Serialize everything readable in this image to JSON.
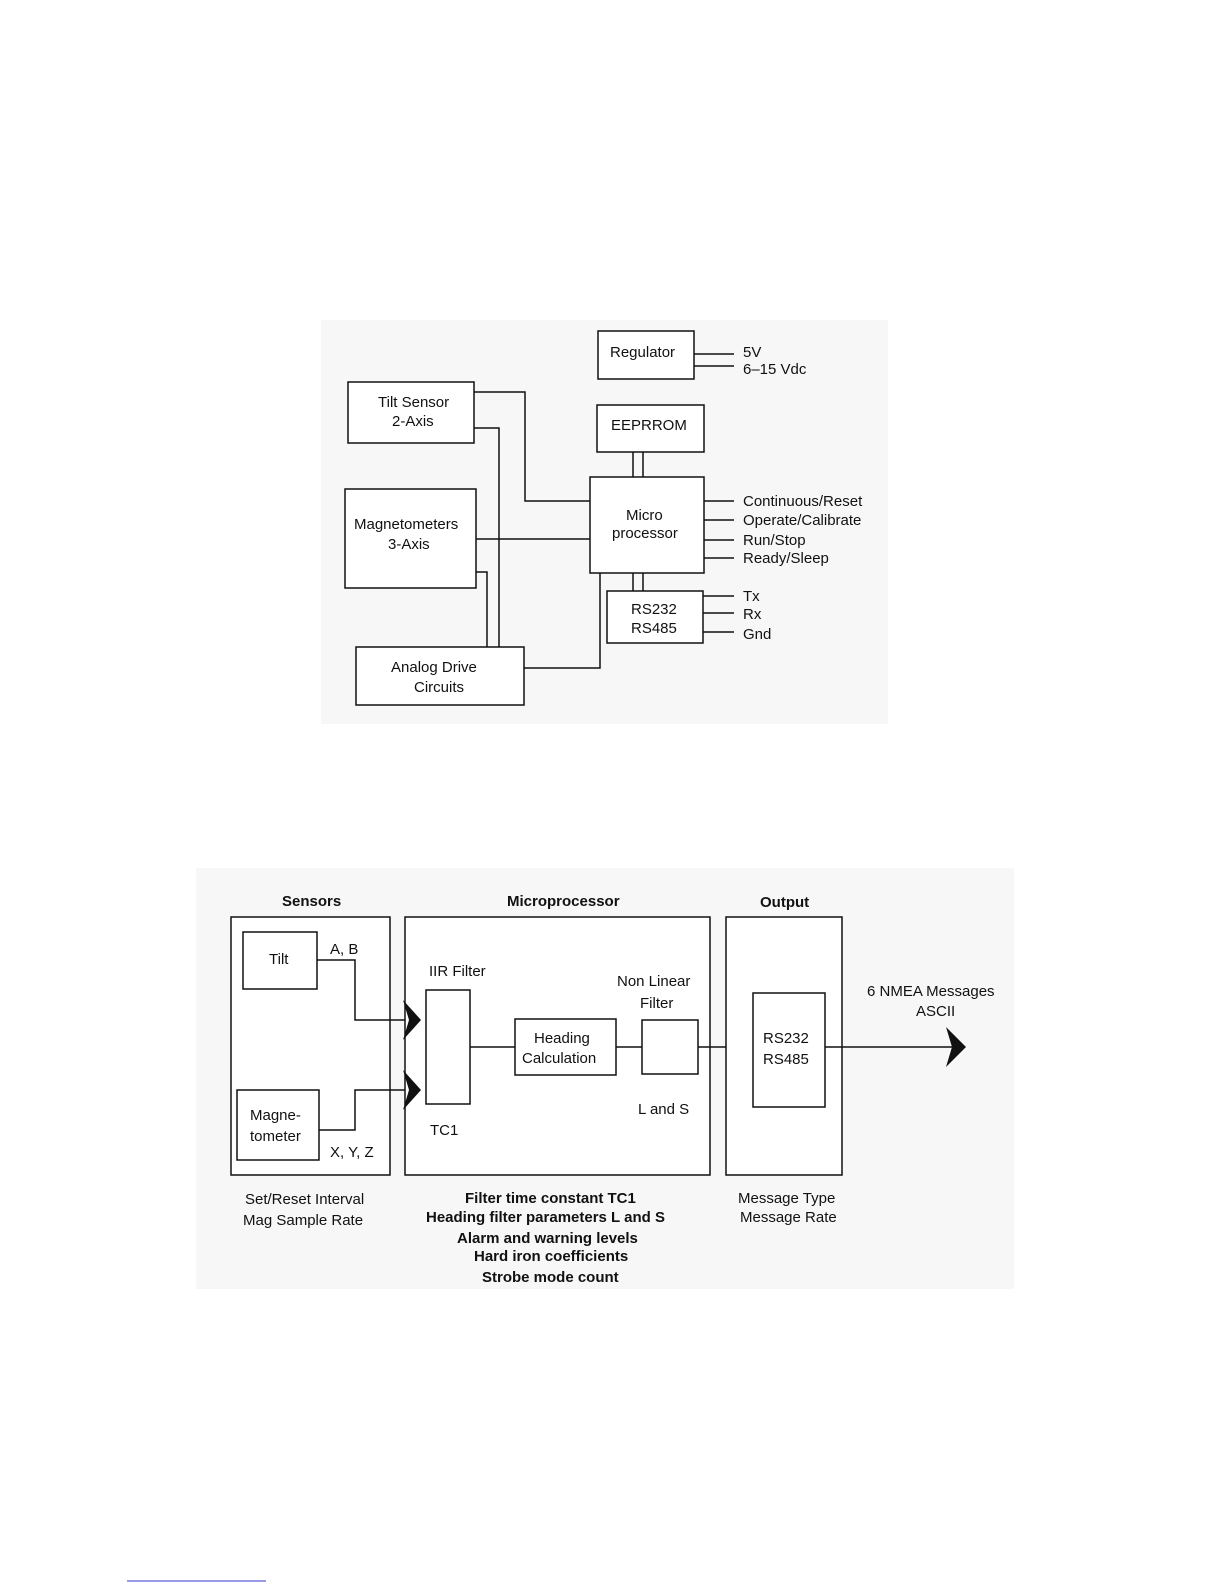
{
  "diagram1": {
    "regulator": "Regulator",
    "power": [
      "5V",
      "6–15 Vdc"
    ],
    "tilt_sensor": [
      "Tilt Sensor",
      "2-Axis"
    ],
    "eeprom": "EEPRROM",
    "magnetometers": [
      "Magnetometers",
      "3-Axis"
    ],
    "microprocessor": [
      "Micro",
      "processor"
    ],
    "control_signals": [
      "Continuous/Reset",
      "Operate/Calibrate",
      "Run/Stop",
      "Ready/Sleep"
    ],
    "serial": [
      "RS232",
      "RS485"
    ],
    "serial_lines": [
      "Tx",
      "Rx",
      "Gnd"
    ],
    "analog": [
      "Analog Drive",
      "Circuits"
    ]
  },
  "diagram2": {
    "section_sensors": "Sensors",
    "section_micro": "Microprocessor",
    "section_output": "Output",
    "tilt": "Tilt",
    "tilt_signal": "A, B",
    "magnetometer": [
      "Magne-",
      "tometer"
    ],
    "mag_signal": "X, Y, Z",
    "iir_filter": "IIR Filter",
    "tc1": "TC1",
    "heading_calc": [
      "Heading",
      "Calculation"
    ],
    "nonlinear": [
      "Non Linear",
      "Filter"
    ],
    "l_and_s": "L and S",
    "serial": [
      "RS232",
      "RS485"
    ],
    "output_msg": [
      "6 NMEA Messages",
      "ASCII"
    ],
    "sensor_params": [
      "Set/Reset Interval",
      "Mag Sample Rate"
    ],
    "micro_params": [
      "Filter time constant TC1",
      "Heading filter parameters L and S",
      "Alarm and warning levels",
      "Hard iron coefficients",
      "Strobe mode count"
    ],
    "output_params": [
      "Message Type",
      "Message Rate"
    ]
  }
}
